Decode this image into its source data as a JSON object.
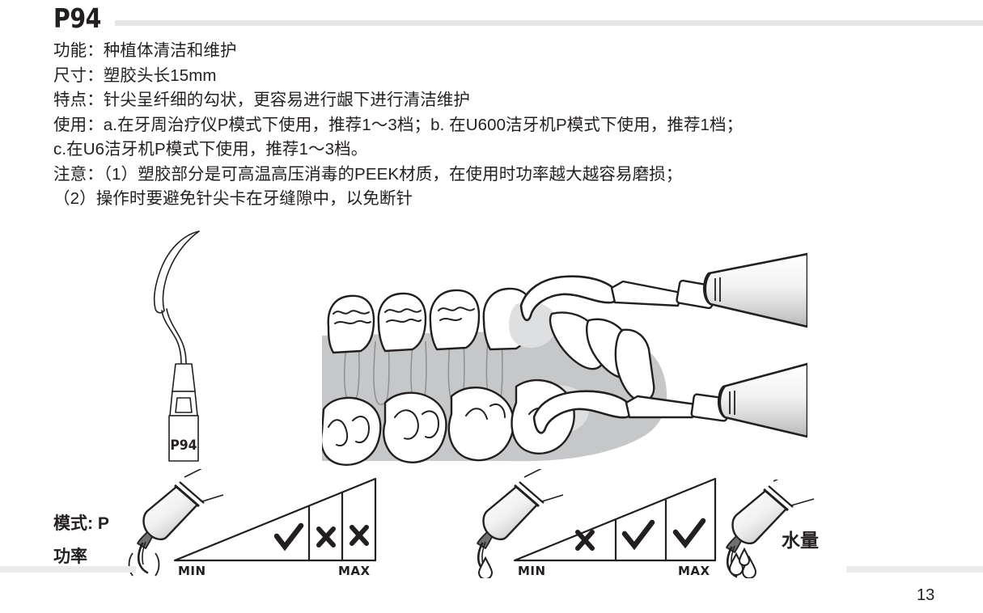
{
  "header": {
    "title": "P94"
  },
  "body": {
    "lines": [
      "功能：种植体清洁和维护",
      "尺寸：塑胶头长15mm",
      "特点：针尖呈纤细的勾状，更容易进行龈下进行清洁维护",
      "使用：a.在牙周治疗仪P模式下使用，推荐1～3档；b. 在U600洁牙机P模式下使用，推荐1档；",
      "c.在U6洁牙机P模式下使用，推荐1～3档。",
      "注意：（1）塑胶部分是可高温高压消毒的PEEK材质，在使用时功率越大越容易磨损；",
      "（2）操作时要避免针尖卡在牙缝隙中，以免断针"
    ]
  },
  "tip": {
    "label": "P94"
  },
  "bottom": {
    "mode_label": "模式: P",
    "power_label": "功率",
    "water_label": "水量",
    "scales": [
      {
        "name": "power-scale",
        "min_label": "MIN",
        "max_label": "MAX",
        "cells": [
          "check",
          "cross",
          "cross"
        ]
      },
      {
        "name": "water-scale",
        "min_label": "MIN",
        "max_label": "MAX",
        "cells": [
          "cross",
          "check",
          "check"
        ]
      }
    ]
  },
  "footer": {
    "page_number": "13"
  },
  "colors": {
    "text": "#231f20",
    "rule": "#e4e6e8",
    "gum_fill": "#c6c7c9",
    "tooth_fill": "#ffffff",
    "line": "#231f20"
  }
}
